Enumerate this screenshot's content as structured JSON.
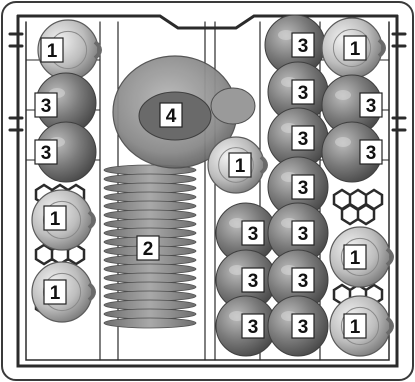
{
  "figure": {
    "description": "",
    "label_box_color": "#ffffff",
    "item_colors": {
      "cup": "#c9c9c9",
      "glass": "#7f7f7f",
      "plate": "#8a8a8a",
      "bowl": "#9a9a9a"
    }
  },
  "items": [
    {
      "id": "cup-tl",
      "kind": "cup",
      "label": "1"
    },
    {
      "id": "glass-l1",
      "kind": "glass",
      "label": "3"
    },
    {
      "id": "glass-l2",
      "kind": "glass",
      "label": "3"
    },
    {
      "id": "cup-l3",
      "kind": "cup",
      "label": "1"
    },
    {
      "id": "cup-l4",
      "kind": "cup",
      "label": "1"
    },
    {
      "id": "plates",
      "kind": "plate",
      "label": "2"
    },
    {
      "id": "bowl",
      "kind": "bowl",
      "label": "4"
    },
    {
      "id": "cup-center",
      "kind": "cup",
      "label": "1"
    },
    {
      "id": "glass-r1",
      "kind": "glass",
      "label": "3"
    },
    {
      "id": "cup-tr",
      "kind": "cup",
      "label": "1"
    },
    {
      "id": "glass-r2",
      "kind": "glass",
      "label": "3"
    },
    {
      "id": "glass-r3",
      "kind": "glass",
      "label": "3"
    },
    {
      "id": "glass-r4",
      "kind": "glass",
      "label": "3"
    },
    {
      "id": "glass-r5",
      "kind": "glass",
      "label": "3"
    },
    {
      "id": "glass-r6",
      "kind": "glass",
      "label": "3"
    },
    {
      "id": "glass-r7",
      "kind": "glass",
      "label": "3"
    },
    {
      "id": "glass-r8",
      "kind": "glass",
      "label": "3"
    },
    {
      "id": "cup-r9",
      "kind": "cup",
      "label": "1"
    },
    {
      "id": "glass-r10",
      "kind": "glass",
      "label": "3"
    },
    {
      "id": "glass-r11",
      "kind": "glass",
      "label": "3"
    },
    {
      "id": "glass-r12",
      "kind": "glass",
      "label": "3"
    },
    {
      "id": "glass-r13",
      "kind": "glass",
      "label": "3"
    },
    {
      "id": "cup-br",
      "kind": "cup",
      "label": "1"
    }
  ]
}
